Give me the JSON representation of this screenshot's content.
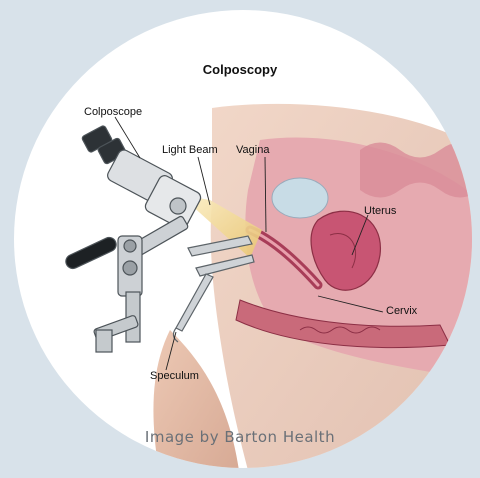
{
  "diagram": {
    "title": "Colposcopy",
    "labels": {
      "colposcope": "Colposcope",
      "light_beam": "Light Beam",
      "vagina": "Vagina",
      "uterus": "Uterus",
      "cervix": "Cervix",
      "speculum": "Speculum"
    },
    "credit": "Image by Barton Health",
    "colors": {
      "background": "#d8e2ea",
      "circle": "#ffffff",
      "skin": "#d9a88e",
      "tissue": "#c96a7a",
      "organ": "#b94a63",
      "instrument_body": "#d4d7da",
      "light_beam": "#f2d99a"
    }
  }
}
